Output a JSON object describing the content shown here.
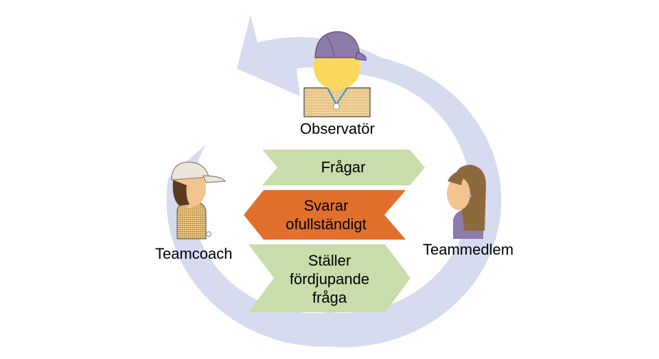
{
  "roles": {
    "observer": "Observatör",
    "coach": "Teamcoach",
    "member": "Teammedlem"
  },
  "arrows": {
    "asks": {
      "lines": [
        "Frågar"
      ]
    },
    "answers": {
      "lines": [
        "Svarar",
        "ofullständigt"
      ]
    },
    "followup": {
      "lines": [
        "Ställer",
        "fördjupande",
        "fråga"
      ]
    }
  },
  "colors": {
    "cycle": "#d6dbef",
    "green": "#c9ddab",
    "orange": "#e1702d",
    "skin": "#f2c48e",
    "cap_purple": "#8c7bab",
    "hair_brown": "#8c6a3e",
    "jacket": "#f0d39b"
  },
  "icons": {
    "observer": "observer-person-icon",
    "coach": "coach-person-icon",
    "member": "team-member-person-icon",
    "cycle": "cycle-arrow-icon"
  }
}
